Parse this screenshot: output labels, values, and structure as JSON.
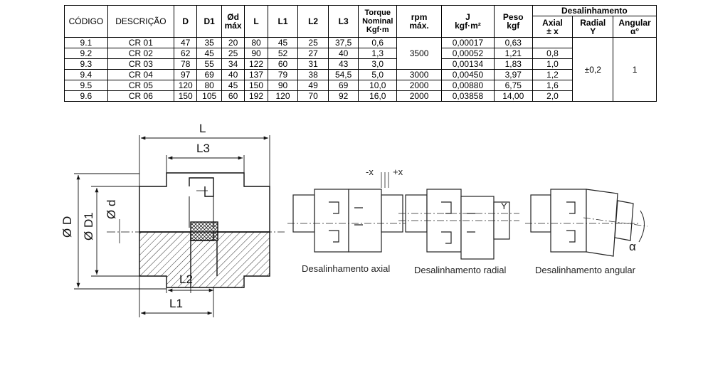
{
  "table": {
    "headers": {
      "codigo": "CÓDIGO",
      "descricao": "DESCRIÇÃO",
      "d": "D",
      "d1": "D1",
      "od_max_1": "Ød",
      "od_max_2": "máx",
      "l": "L",
      "l1": "L1",
      "l2": "L2",
      "l3": "L3",
      "torque_1": "Torque",
      "torque_2": "Nominal",
      "torque_3": "Kgf·m",
      "rpm_1": "rpm",
      "rpm_2": "máx.",
      "j_1": "J",
      "j_2": "kgf·m²",
      "peso_1": "Peso",
      "peso_2": "kgf",
      "desalinhamento": "Desalinhamento",
      "axial_1": "Axial",
      "axial_2": "± x",
      "radial_1": "Radial",
      "radial_2": "Y",
      "angular_1": "Angular",
      "angular_2": "α°"
    },
    "rows": [
      {
        "codigo": "9.1",
        "descricao": "CR 01",
        "d": "47",
        "d1": "35",
        "od": "20",
        "l": "80",
        "l1": "45",
        "l2": "25",
        "l3": "37,5",
        "torque": "0,6",
        "j": "0,00017",
        "peso": "0,63",
        "axial": ""
      },
      {
        "codigo": "9.2",
        "descricao": "CR 02",
        "d": "62",
        "d1": "45",
        "od": "25",
        "l": "90",
        "l1": "52",
        "l2": "27",
        "l3": "40",
        "torque": "1,3",
        "j": "0,00052",
        "peso": "1,21",
        "axial": "0,8"
      },
      {
        "codigo": "9.3",
        "descricao": "CR 03",
        "d": "78",
        "d1": "55",
        "od": "34",
        "l": "122",
        "l1": "60",
        "l2": "31",
        "l3": "43",
        "torque": "3,0",
        "j": "0,00134",
        "peso": "1,83",
        "axial": "1,0"
      },
      {
        "codigo": "9.4",
        "descricao": "CR 04",
        "d": "97",
        "d1": "69",
        "od": "40",
        "l": "137",
        "l1": "79",
        "l2": "38",
        "l3": "54,5",
        "torque": "5,0",
        "j": "0,00450",
        "peso": "3,97",
        "axial": "1,2"
      },
      {
        "codigo": "9.5",
        "descricao": "CR 05",
        "d": "120",
        "d1": "80",
        "od": "45",
        "l": "150",
        "l1": "90",
        "l2": "49",
        "l3": "69",
        "torque": "10,0",
        "j": "0,00880",
        "peso": "6,75",
        "axial": "1,6"
      },
      {
        "codigo": "9.6",
        "descricao": "CR 06",
        "d": "150",
        "d1": "105",
        "od": "60",
        "l": "192",
        "l1": "120",
        "l2": "70",
        "l3": "92",
        "torque": "16,0",
        "j": "0,03858",
        "peso": "14,00",
        "axial": "2,0"
      }
    ],
    "rpm_group": "3500",
    "rpm_row4": "3000",
    "rpm_row5": "2000",
    "rpm_row6": "2000",
    "radial_all": "±0,2",
    "angular_all": "1"
  },
  "drawing": {
    "dim_L": "L",
    "dim_L3": "L3",
    "dim_L2": "L2",
    "dim_L1": "L1",
    "dim_OD": "Ø D",
    "dim_OD1": "Ø D1",
    "dim_Od": "Ø d",
    "axial_minus": "-x",
    "axial_plus": "+x",
    "radial_y": "Y",
    "angular_alpha": "α",
    "caption_axial": "Desalinhamento axial",
    "caption_radial": "Desalinhamento radial",
    "caption_angular": "Desalinhamento angular"
  }
}
